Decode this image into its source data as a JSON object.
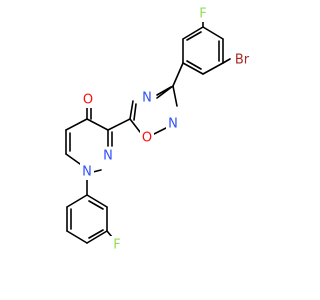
{
  "molecule": {
    "atoms": {
      "f_top": {
        "text": "F",
        "color": "#90e050"
      },
      "br": {
        "text": "Br",
        "color": "#a62929"
      },
      "n_oxadiazole_top": {
        "text": "N",
        "color": "#3050f8"
      },
      "o_oxadiazole_ring": {
        "text": "O",
        "color": "#ff0d0d"
      },
      "n_oxadiazole_bottom": {
        "text": "N",
        "color": "#3050f8"
      },
      "o_carbonyl": {
        "text": "O",
        "color": "#ff0d0d"
      },
      "n_pyridazine_right": {
        "text": "N",
        "color": "#3050f8"
      },
      "n_pyridazine_left": {
        "text": "N",
        "color": "#3050f8"
      },
      "f_bottom": {
        "text": "F",
        "color": "#90e050"
      }
    },
    "bond_color": "#000000"
  }
}
